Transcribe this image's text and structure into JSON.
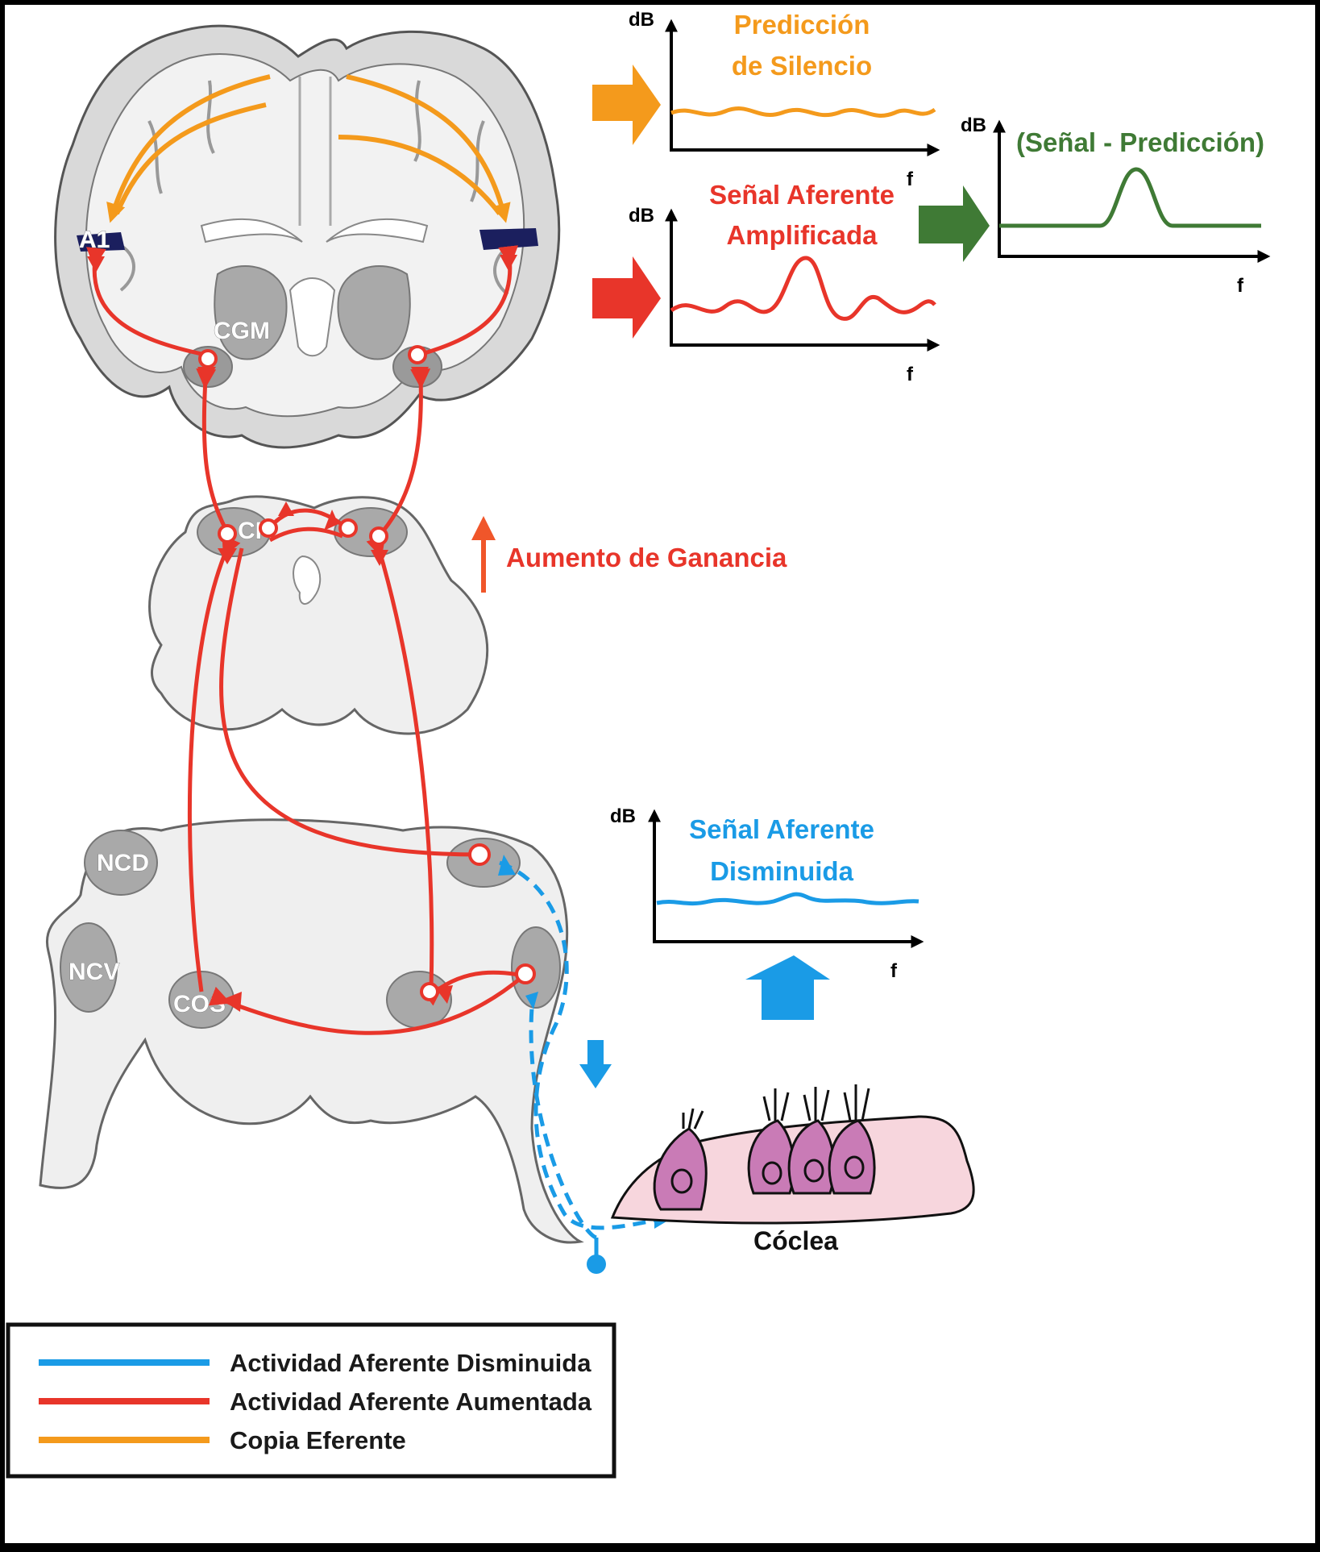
{
  "colors": {
    "afferent_decreased": "#1a9be6",
    "afferent_increased": "#e8352a",
    "efferent_copy": "#f49a1c",
    "difference": "#3f7a35",
    "gain": "#f0562a",
    "nucleus_fill": "#9a9a9a",
    "a1_fill": "#1b1f5e",
    "cochlea_fill": "#f7d6dd",
    "hair_cell_fill": "#c97bb6"
  },
  "brain_labels": {
    "a1": "A1",
    "cgm": "CGM",
    "ci": "CI",
    "ncd": "NCD",
    "ncv": "NCV",
    "cos": "COS",
    "cochlea": "Cóclea"
  },
  "gain_label": "Aumento de Ganancia",
  "plots": {
    "prediction": {
      "title_line1": "Predicción",
      "title_line2": "de Silencio",
      "y_label": "dB",
      "x_label": "f"
    },
    "amplified": {
      "title_line1": "Señal Aferente",
      "title_line2": "Amplificada",
      "y_label": "dB",
      "x_label": "f"
    },
    "difference": {
      "title": "(Señal - Predicción)",
      "y_label": "dB",
      "x_label": "f"
    },
    "decreased": {
      "title_line1": "Señal Aferente",
      "title_line2": "Disminuida",
      "y_label": "dB",
      "x_label": "f"
    }
  },
  "legend": [
    {
      "label": "Actividad Aferente Disminuida",
      "color": "#1a9be6"
    },
    {
      "label": "Actividad Aferente Aumentada",
      "color": "#e8352a"
    },
    {
      "label": "Copia Eferente",
      "color": "#f49a1c"
    }
  ]
}
